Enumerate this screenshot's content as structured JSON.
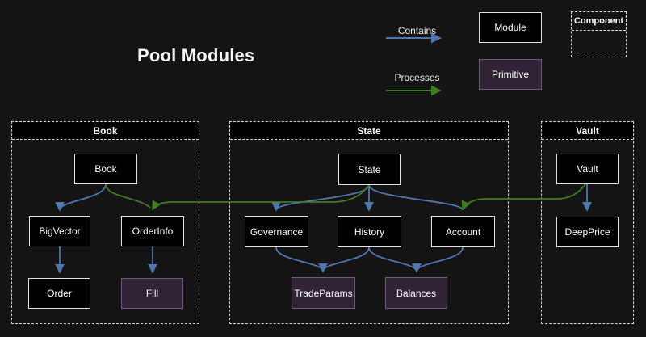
{
  "title": "Pool Modules",
  "legend": {
    "contains_label": "Contains",
    "processes_label": "Processes",
    "module_label": "Module",
    "primitive_label": "Primitive",
    "component_label": "Component"
  },
  "colors": {
    "background": "#141414",
    "module_fill": "#000000",
    "module_border": "#e3e3e3",
    "primitive_fill": "#2e2435",
    "primitive_border": "#735a80",
    "contains_arrow_blue": "#5077ad",
    "processes_arrow_green": "#417c1e",
    "container_dashed_border": "#cfcfcf",
    "text": "#ffffff"
  },
  "containers": [
    {
      "title": "Book",
      "nodes": [
        {
          "label": "Book",
          "type": "module"
        },
        {
          "label": "BigVector",
          "type": "module"
        },
        {
          "label": "OrderInfo",
          "type": "module"
        },
        {
          "label": "Order",
          "type": "module"
        },
        {
          "label": "Fill",
          "type": "primitive"
        }
      ]
    },
    {
      "title": "State",
      "nodes": [
        {
          "label": "State",
          "type": "module"
        },
        {
          "label": "Governance",
          "type": "module"
        },
        {
          "label": "History",
          "type": "module"
        },
        {
          "label": "Account",
          "type": "module"
        },
        {
          "label": "TradeParams",
          "type": "primitive"
        },
        {
          "label": "Balances",
          "type": "primitive"
        }
      ]
    },
    {
      "title": "Vault",
      "nodes": [
        {
          "label": "Vault",
          "type": "module"
        },
        {
          "label": "DeepPrice",
          "type": "primitive"
        }
      ]
    }
  ],
  "edges": [
    {
      "from": "Book",
      "to": "BigVector",
      "type": "contains"
    },
    {
      "from": "Book",
      "to": "OrderInfo",
      "type": "processes"
    },
    {
      "from": "BigVector",
      "to": "Order",
      "type": "contains"
    },
    {
      "from": "OrderInfo",
      "to": "Fill",
      "type": "contains"
    },
    {
      "from": "State",
      "to": "Governance",
      "type": "contains"
    },
    {
      "from": "State",
      "to": "History",
      "type": "contains"
    },
    {
      "from": "State",
      "to": "Account",
      "type": "contains"
    },
    {
      "from": "Governance",
      "to": "TradeParams",
      "type": "contains"
    },
    {
      "from": "History",
      "to": "TradeParams",
      "type": "contains"
    },
    {
      "from": "History",
      "to": "Balances",
      "type": "contains"
    },
    {
      "from": "Account",
      "to": "Balances",
      "type": "contains"
    },
    {
      "from": "Vault",
      "to": "DeepPrice",
      "type": "contains"
    },
    {
      "from": "State",
      "to": "OrderInfo",
      "type": "processes"
    },
    {
      "from": "Vault",
      "to": "Account",
      "type": "processes"
    }
  ]
}
